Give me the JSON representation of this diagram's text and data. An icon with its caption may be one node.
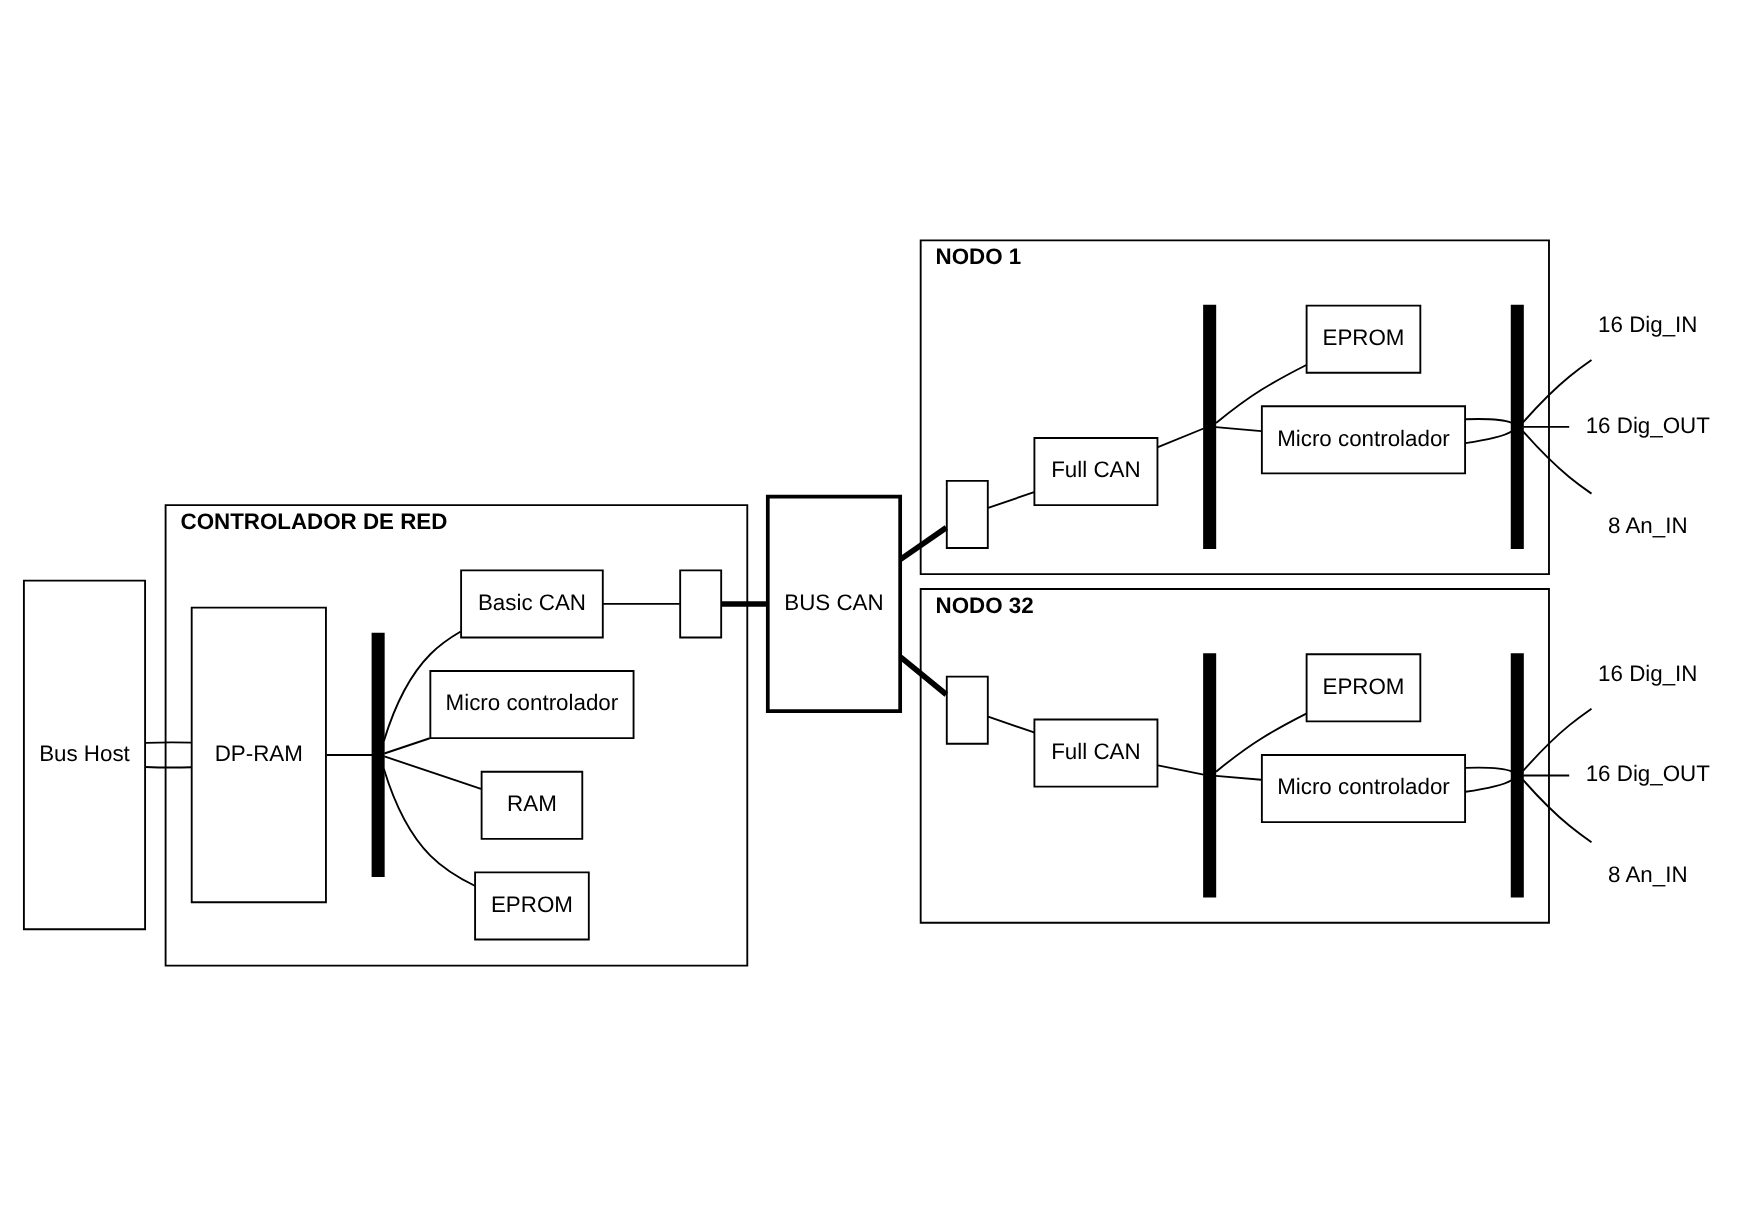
{
  "diagram": {
    "nodes": [
      {
        "text": [
          "CONTROLADOR DE RED"
        ]
      },
      {
        "text": [
          "DP-RAM"
        ],
        "in": 0
      },
      {
        "text": [
          "EPROM"
        ],
        "in": 0
      },
      {
        "text": [
          "RAM"
        ],
        "in": 0
      },
      {
        "text": [
          "Micro controlador"
        ],
        "in": 0
      },
      {
        "text": [
          "Basic CAN"
        ],
        "in": 0
      },
      {
        "text": [],
        "shape": "box",
        "in": 0
      },
      {
        "text": [],
        "shape": "bar",
        "in": 0
      },
      {
        "text": [
          "Bus Host"
        ]
      },
      {
        "text": [
          "BUS CAN"
        ]
      },
      {
        "text": [
          "NODO 1"
        ]
      },
      {
        "text": [],
        "shape": "box",
        "in": 10
      },
      {
        "text": [
          "Full CAN"
        ],
        "in": 10
      },
      {
        "text": [],
        "shape": "bar",
        "in": 10
      },
      {
        "text": [
          "Micro controlador"
        ],
        "in": 10
      },
      {
        "text": [
          "EPROM"
        ],
        "in": 10
      },
      {
        "text": [],
        "shape": "bar",
        "in": 10
      },
      {
        "text": [
          "16 Dig_IN"
        ]
      },
      {
        "text": [
          "16 Dig_OUT"
        ]
      },
      {
        "text": [
          "8 An_IN"
        ]
      },
      {
        "text": [
          "NODO 32"
        ]
      },
      {
        "text": [],
        "shape": "box",
        "in": 20
      },
      {
        "text": [
          "Full CAN"
        ],
        "in": 20
      },
      {
        "text": [],
        "shape": "bar",
        "in": 20
      },
      {
        "text": [
          "Micro controlador"
        ],
        "in": 20
      },
      {
        "text": [
          "EPROM"
        ],
        "in": 20
      },
      {
        "text": [],
        "shape": "bar",
        "in": 20
      },
      {
        "text": [
          "16 Dig_IN"
        ]
      },
      {
        "text": [
          "16 Dig_OUT"
        ]
      },
      {
        "text": [
          "8 An_IN"
        ]
      }
    ],
    "edges": [
      {
        "from": 8,
        "to": 1,
        "arrow": "none"
      },
      {
        "from": 8,
        "to": 1,
        "arrow": "none"
      },
      {
        "from": 1,
        "to": 7,
        "arrow": "none"
      },
      {
        "from": 7,
        "to": 2,
        "arrow": "none"
      },
      {
        "from": 7,
        "to": 3,
        "arrow": "none"
      },
      {
        "from": 7,
        "to": 4,
        "arrow": "none"
      },
      {
        "from": 7,
        "to": 5,
        "arrow": "none"
      },
      {
        "from": 5,
        "to": 6,
        "arrow": "none"
      },
      {
        "from": 6,
        "to": 9,
        "arrow": "none",
        "style": "thick"
      },
      {
        "from": 9,
        "to": 11,
        "arrow": "none",
        "style": "thick"
      },
      {
        "from": 9,
        "to": 21,
        "arrow": "none",
        "style": "thick"
      },
      {
        "from": 11,
        "to": 12,
        "arrow": "none"
      },
      {
        "from": 12,
        "to": 13,
        "arrow": "none"
      },
      {
        "from": 13,
        "to": 14,
        "arrow": "none"
      },
      {
        "from": 13,
        "to": 15,
        "arrow": "none"
      },
      {
        "from": 14,
        "to": 16,
        "arrow": "none"
      },
      {
        "from": 14,
        "to": 16,
        "arrow": "none"
      },
      {
        "from": 16,
        "to": 17,
        "arrow": "none"
      },
      {
        "from": 16,
        "to": 18,
        "arrow": "none"
      },
      {
        "from": 16,
        "to": 19,
        "arrow": "none"
      },
      {
        "from": 21,
        "to": 22,
        "arrow": "none"
      },
      {
        "from": 22,
        "to": 23,
        "arrow": "none"
      },
      {
        "from": 23,
        "to": 24,
        "arrow": "none"
      },
      {
        "from": 23,
        "to": 25,
        "arrow": "none"
      },
      {
        "from": 24,
        "to": 26,
        "arrow": "none"
      },
      {
        "from": 24,
        "to": 26,
        "arrow": "none"
      },
      {
        "from": 26,
        "to": 27,
        "arrow": "none"
      },
      {
        "from": 26,
        "to": 28,
        "arrow": "none"
      },
      {
        "from": 26,
        "to": 29,
        "arrow": "none"
      }
    ]
  }
}
